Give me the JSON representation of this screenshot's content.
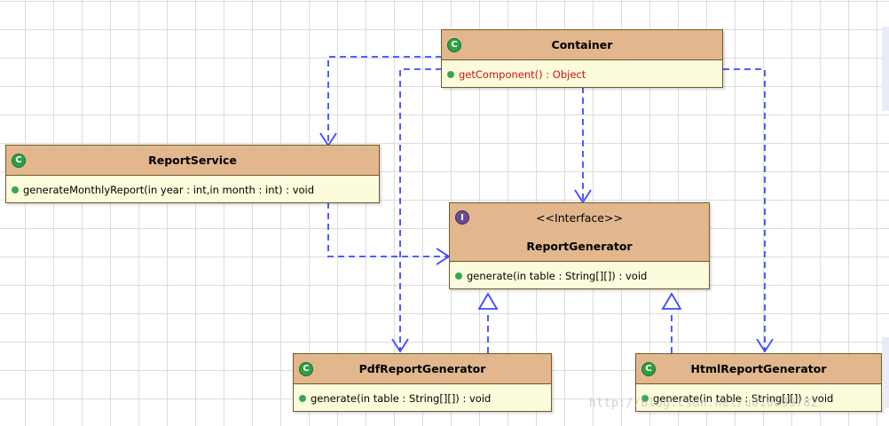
{
  "classes": {
    "container": {
      "badge": "C",
      "name": "Container",
      "method": "getComponent() : Object"
    },
    "report_service": {
      "badge": "C",
      "name": "ReportService",
      "method": "generateMonthlyReport(in year : int,in month : int) : void"
    },
    "report_generator": {
      "badge": "I",
      "stereotype": "<<Interface>>",
      "name": "ReportGenerator",
      "method": "generate(in table : String[][]) : void"
    },
    "pdf_report_generator": {
      "badge": "C",
      "name": "PdfReportGenerator",
      "method": "generate(in table : String[][]) : void"
    },
    "html_report_generator": {
      "badge": "C",
      "name": "HtmlReportGenerator",
      "method": "generate(in table : String[][]) : void"
    }
  },
  "relations": [
    {
      "from": "container",
      "to": "report_service",
      "type": "dependency"
    },
    {
      "from": "container",
      "to": "report_generator",
      "type": "dependency"
    },
    {
      "from": "container",
      "to": "pdf_report_generator",
      "type": "dependency"
    },
    {
      "from": "container",
      "to": "html_report_generator",
      "type": "dependency"
    },
    {
      "from": "report_service",
      "to": "report_generator",
      "type": "dependency"
    },
    {
      "from": "pdf_report_generator",
      "to": "report_generator",
      "type": "realization"
    },
    {
      "from": "html_report_generator",
      "to": "report_generator",
      "type": "realization"
    }
  ],
  "colors": {
    "header": "#e2b78e",
    "body": "#fcfcdc",
    "border": "#6f5a2a",
    "arrow": "#3a4bff",
    "highlight_text": "#d01010"
  },
  "watermark": "http://blog.csdn.net/u010839782"
}
